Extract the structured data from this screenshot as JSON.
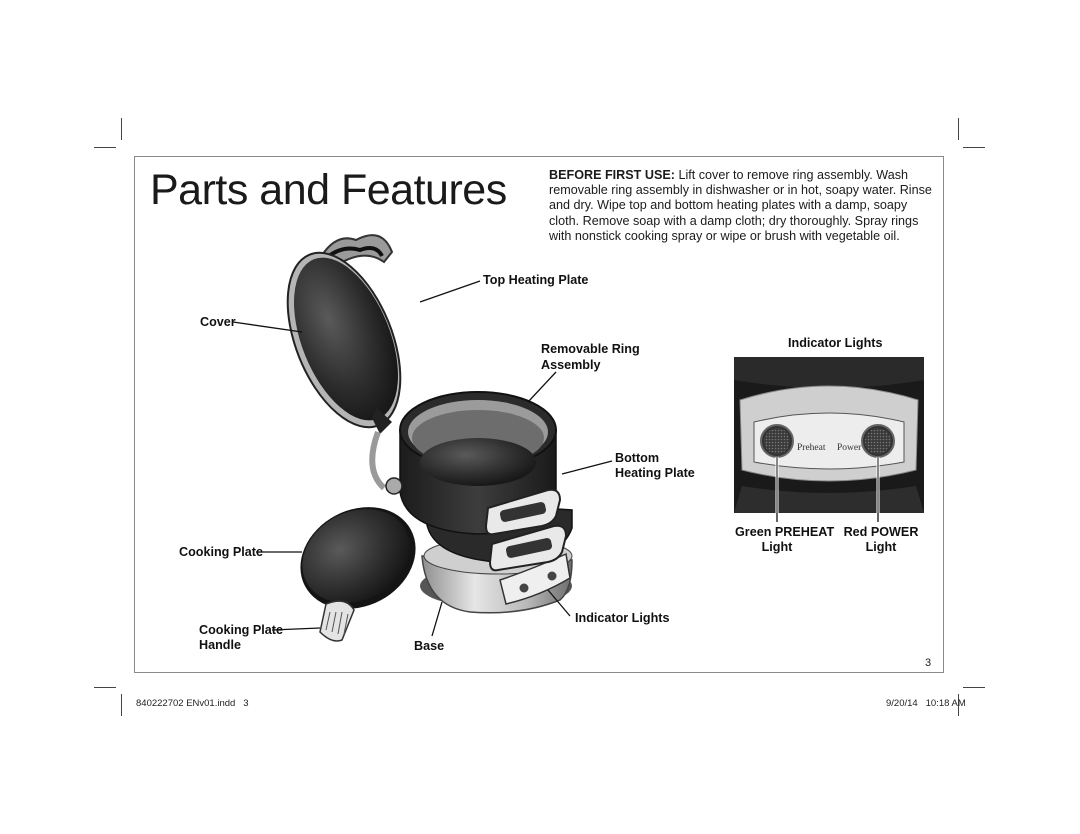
{
  "page": {
    "title": "Parts and Features",
    "intro_lead": "BEFORE FIRST USE:",
    "intro_body": " Lift cover to remove ring assembly. Wash removable ring assembly in dishwasher or in hot, soapy water. Rinse and dry. Wipe top and bottom heating plates with a damp, soapy cloth. Remove soap with a damp cloth; dry thoroughly. Spray rings with nonstick cooking spray or wipe or brush with vegetable oil.",
    "page_number": "3"
  },
  "labels": {
    "top_heating_plate": "Top Heating Plate",
    "cover": "Cover",
    "removable_ring_1": "Removable Ring",
    "removable_ring_2": "Assembly",
    "bottom_heating_plate_1": "Bottom",
    "bottom_heating_plate_2": "Heating Plate",
    "cooking_plate": "Cooking Plate",
    "cooking_plate_handle_1": "Cooking Plate",
    "cooking_plate_handle_2": "Handle",
    "base": "Base",
    "indicator_lights": "Indicator Lights"
  },
  "inset": {
    "heading": "Indicator Lights",
    "panel_preheat": "Preheat",
    "panel_power": "Power",
    "green_1": "Green PREHEAT",
    "green_2": "Light",
    "red_1": "Red POWER",
    "red_2": "Light"
  },
  "slug": {
    "file": "840222702 ENv01.indd   3",
    "date": "9/20/14   10:18 AM"
  }
}
